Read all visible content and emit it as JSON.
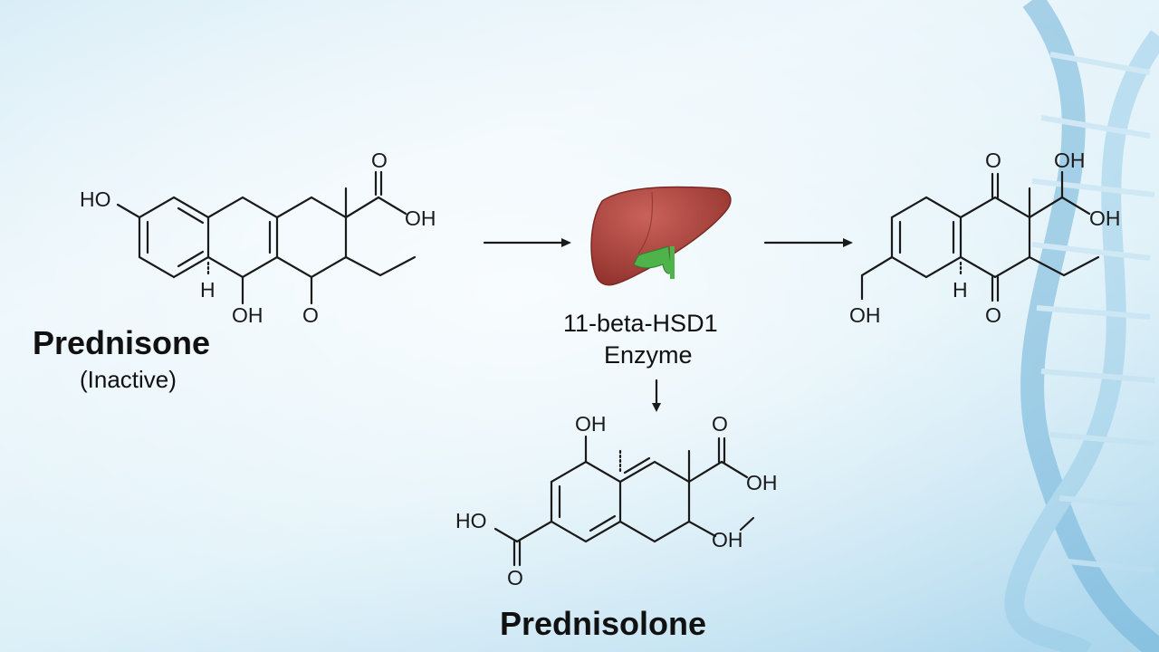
{
  "labels": {
    "prednisone_title": "Prednisone",
    "prednisone_sub": "(Inactive)",
    "enzyme_line1": "11-beta-HSD1",
    "enzyme_line2": "Enzyme",
    "prednisolone_title": "Prednisolone"
  },
  "atoms": {
    "ho": "HO",
    "oh": "OH",
    "o": "O",
    "h": "H"
  },
  "colors": {
    "liver": "#a9443b",
    "bile": "#4db34a",
    "background_accent": "#8fc9e6"
  }
}
